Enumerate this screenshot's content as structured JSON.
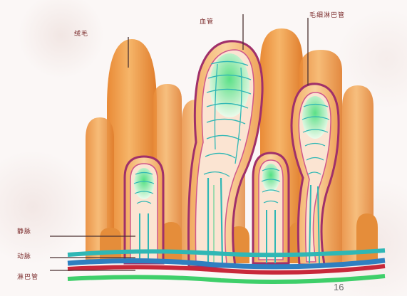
{
  "labels": {
    "villus": "绒毛",
    "lacteal": "血管",
    "capillary": "毛细淋巴管",
    "vein": "静脉",
    "artery": "动脉",
    "lymph": "淋巴管"
  },
  "page_number": "16",
  "colors": {
    "villus_orange": "#f0a04a",
    "villus_light": "#f7c98a",
    "lymph_green": "#3fcf6a",
    "artery_red": "#c8283a",
    "vein_blue": "#2f7fc0",
    "cyan_vessel": "#2fb7b5",
    "label_text": "#7a2a2a"
  }
}
